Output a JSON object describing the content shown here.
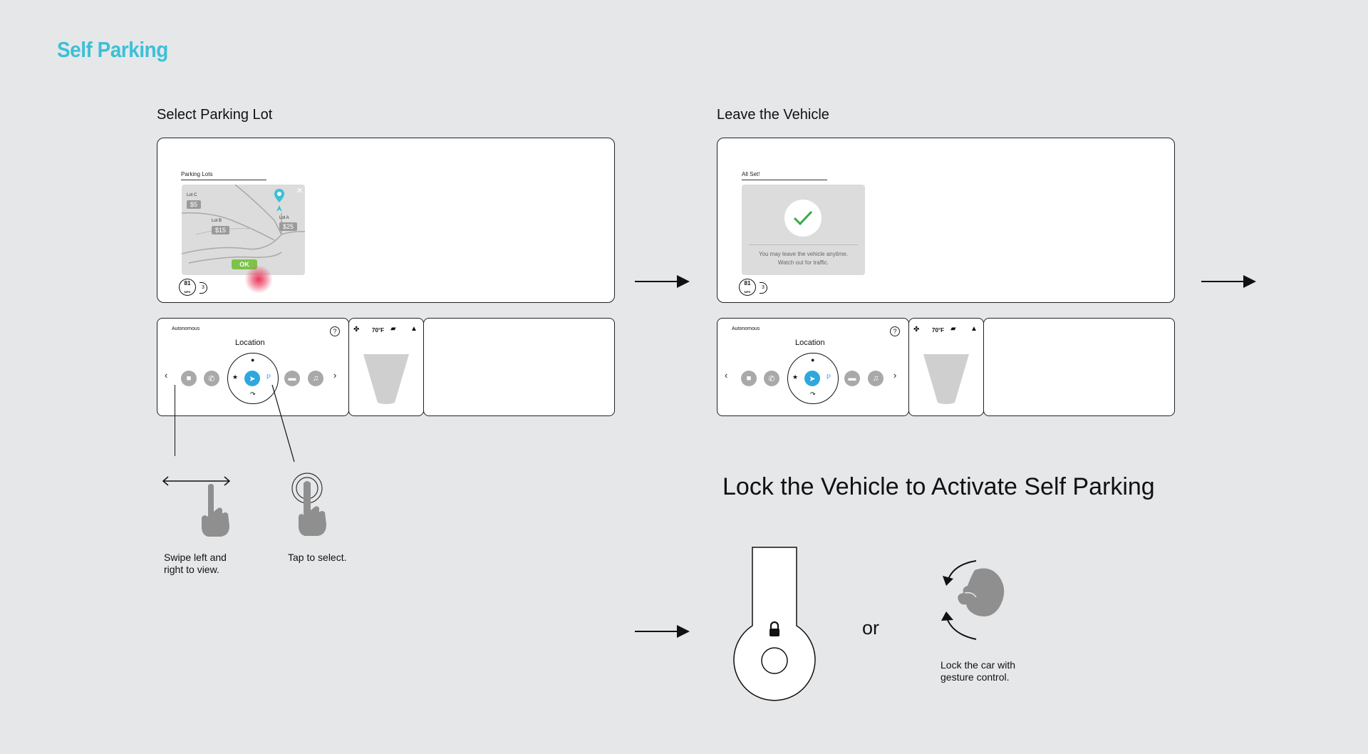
{
  "page": {
    "title": "Self Parking"
  },
  "steps": [
    {
      "title": "Select Parking Lot"
    },
    {
      "title": "Leave the Vehicle"
    }
  ],
  "screen1": {
    "section_label": "Parking Lots",
    "lots": [
      {
        "name": "Lot C",
        "price": "$5"
      },
      {
        "name": "Lot B",
        "price": "$15"
      },
      {
        "name": "Lot A",
        "price": "$25"
      }
    ],
    "ok_label": "OK",
    "speed": "81",
    "speed_unit": "MPH",
    "gear": "3",
    "accent": "#7dc24a",
    "touch_color": "#e8375a"
  },
  "screen2": {
    "section_label": "All Set!",
    "message_line1": "You may leave the vehicle anytime.",
    "message_line2": "Watch out for traffic.",
    "speed": "81",
    "speed_unit": "MPH",
    "gear": "3",
    "check_color": "#3aa84a"
  },
  "console": {
    "mode": "Autonomous",
    "menu_title": "Location",
    "help": "?",
    "climate_temp": "70°F",
    "icons": [
      "video-icon",
      "phone-icon",
      "message-icon",
      "music-icon",
      "fan-icon",
      "car-icon",
      "warning-icon"
    ],
    "dial_color": "#2fa7de"
  },
  "gestures": {
    "swipe": "Swipe left and right to view.",
    "swipe_line1": "Swipe left and",
    "swipe_line2": "right to view.",
    "tap": "Tap to select."
  },
  "lock": {
    "heading": "Lock the Vehicle to Activate Self Parking",
    "or": "or",
    "gesture_line1": "Lock the car with",
    "gesture_line2": "gesture control."
  }
}
